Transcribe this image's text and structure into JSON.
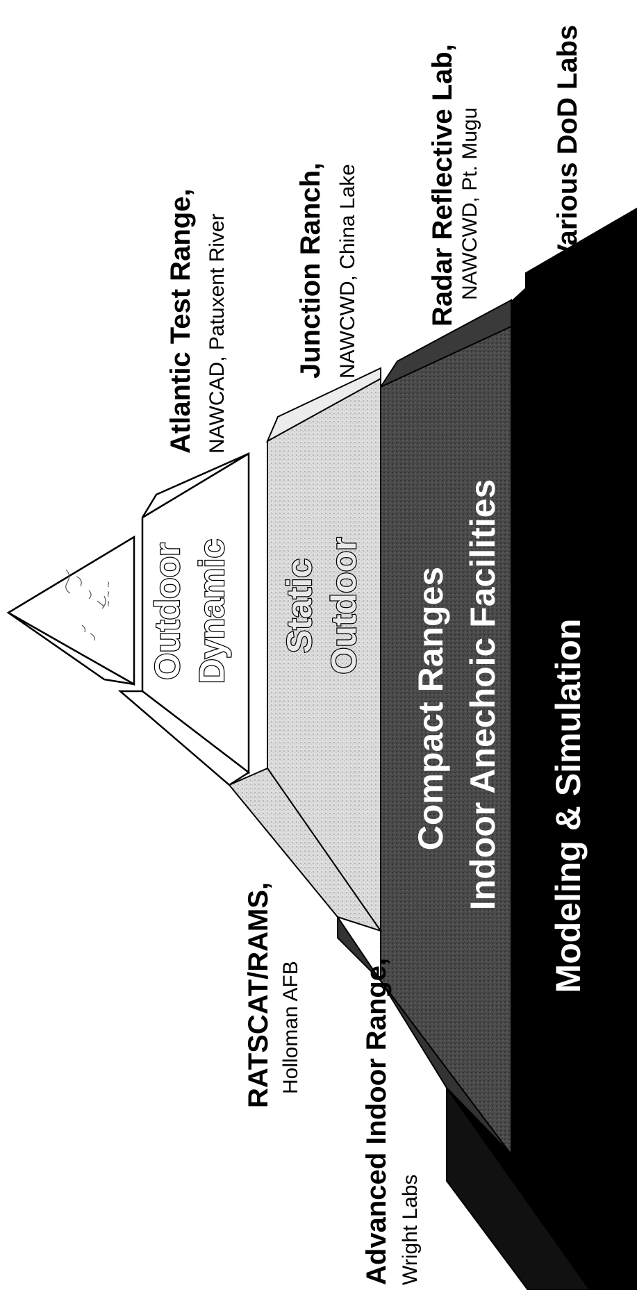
{
  "tiers": {
    "apex": {
      "sketch": "~ ~ ~"
    },
    "outdoor_dynamic": {
      "line1": "Outdoor",
      "line2": "Dynamic"
    },
    "static_outdoor": {
      "line1": "Static",
      "line2": "Outdoor"
    },
    "compact_ranges": {
      "line1": "Compact Ranges",
      "line2": "Indoor Anechoic Facilities"
    },
    "modeling": {
      "line1": "Modeling & Simulation"
    }
  },
  "labels": {
    "atlantic": {
      "name": "Atlantic Test Range,",
      "loc": "NAWCAD, Patuxent River"
    },
    "junction": {
      "name": "Junction Ranch,",
      "loc": "NAWCWD, China Lake"
    },
    "radar": {
      "name": "Radar Reflective Lab,",
      "loc": "NAWCWD, Pt. Mugu"
    },
    "dod": {
      "name": "Various DoD Labs"
    },
    "ratscat": {
      "name": "RATSCAT/RAMS,",
      "loc": "Holloman AFB"
    },
    "advanced": {
      "name": "Advanced Indoor Range,",
      "loc": "Wright Labs"
    }
  },
  "colors": {
    "outdoor_dynamic_fill": "#ffffff",
    "static_outdoor_fill": "#d6d6d6",
    "compact_ranges_fill": "#4a4a4a",
    "modeling_fill": "#000000"
  }
}
